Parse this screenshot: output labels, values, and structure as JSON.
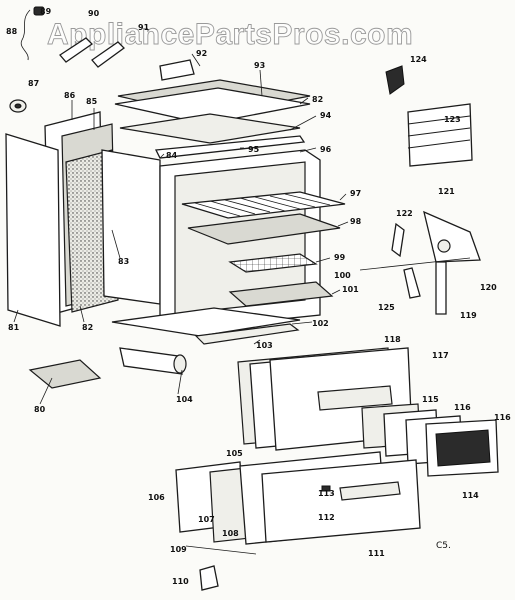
{
  "watermark": "AppliancePartsPros.com",
  "diagram_code": "C5.",
  "callouts": [
    "80",
    "81",
    "82",
    "83",
    "84",
    "85",
    "86",
    "87",
    "88",
    "89",
    "90",
    "91",
    "92",
    "93",
    "82",
    "94",
    "95",
    "96",
    "97",
    "98",
    "99",
    "100",
    "101",
    "102",
    "103",
    "104",
    "105",
    "106",
    "107",
    "108",
    "109",
    "110",
    "111",
    "112",
    "113",
    "114",
    "115",
    "116",
    "116",
    "117",
    "118",
    "119",
    "120",
    "121",
    "122",
    "123",
    "124",
    "125"
  ]
}
